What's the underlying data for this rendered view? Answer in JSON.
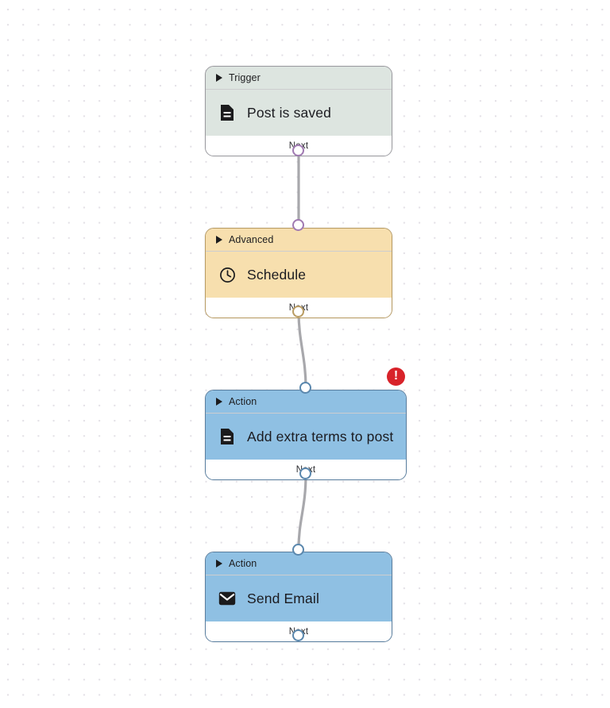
{
  "canvas": {
    "grid": "dot-grid",
    "background_color": "#ffffff",
    "dot_color": "#e3e0e6"
  },
  "colors": {
    "trigger_fill": "#dde5e0",
    "advanced_fill": "#f7dfae",
    "action_fill": "#8fc0e3",
    "edge_stroke": "#a8a8ac",
    "error_badge": "#d8232a",
    "port_accent": "#a07ab2"
  },
  "nodes": [
    {
      "id": "trigger",
      "category": "Trigger",
      "title": "Post is saved",
      "icon": "document-icon",
      "footer_label": "Next",
      "theme": "trigger"
    },
    {
      "id": "advanced",
      "category": "Advanced",
      "title": "Schedule",
      "icon": "clock-icon",
      "footer_label": "Next",
      "theme": "advanced"
    },
    {
      "id": "action-terms",
      "category": "Action",
      "title": "Add extra terms to post",
      "icon": "document-icon",
      "footer_label": "Next",
      "theme": "action",
      "has_error": true
    },
    {
      "id": "action-email",
      "category": "Action",
      "title": "Send Email",
      "icon": "envelope-icon",
      "footer_label": "Next",
      "theme": "action"
    }
  ],
  "error_badge": {
    "symbol": "!",
    "name": "error-icon"
  }
}
